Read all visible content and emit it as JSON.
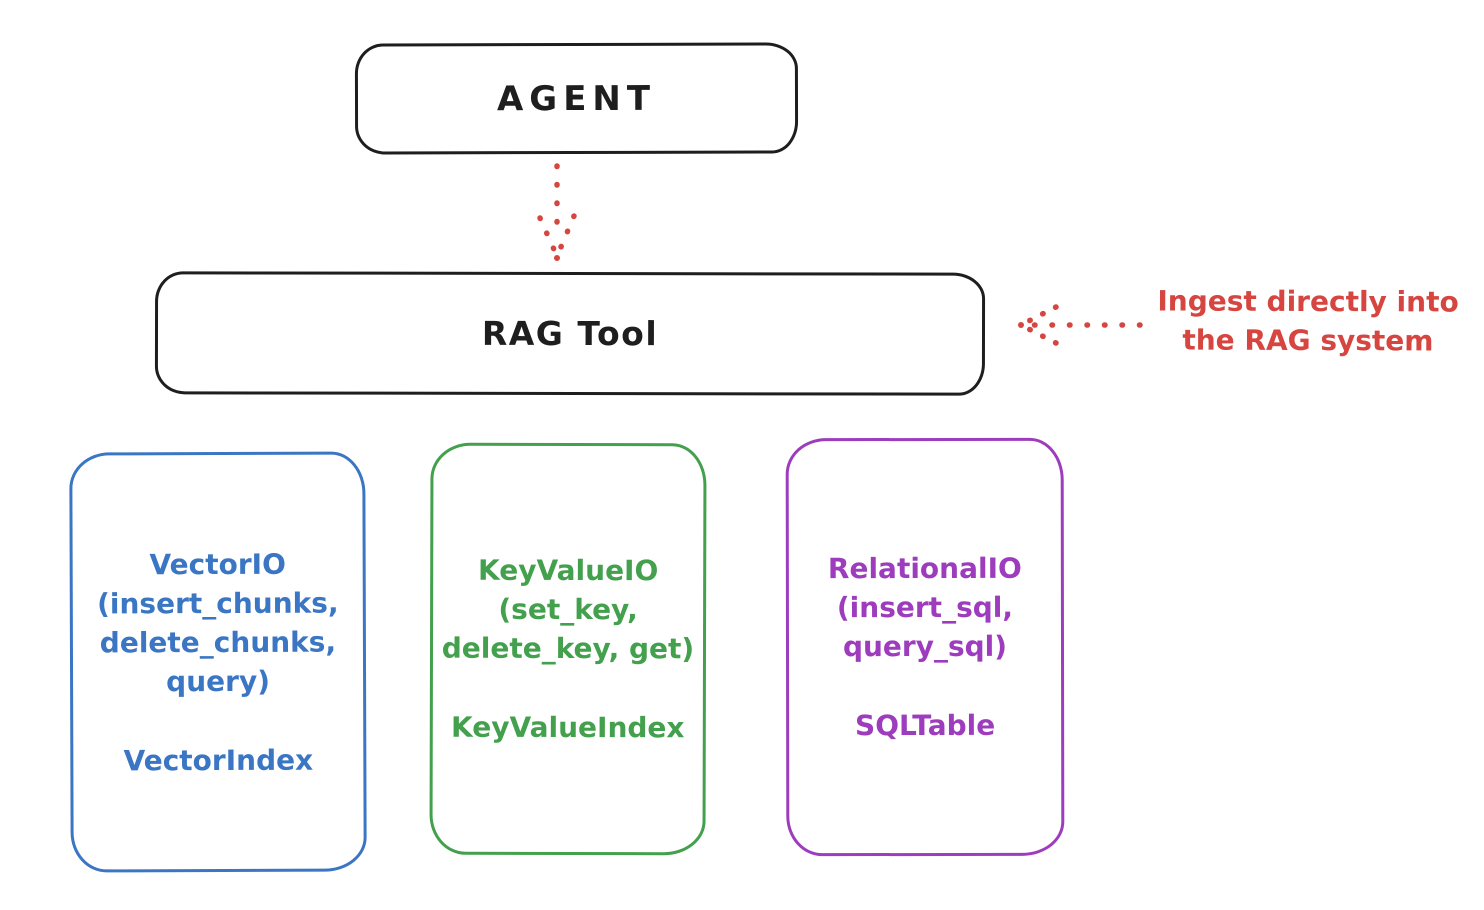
{
  "diagram": {
    "agent": {
      "label": "AGENT"
    },
    "rag_tool": {
      "label": "RAG Tool"
    },
    "annotation": {
      "line1": "Ingest directly into",
      "line2": "the RAG system"
    },
    "arrows": {
      "agent_to_rag": "dotted-down-arrow",
      "ingest_into_rag": "dotted-left-arrow"
    },
    "io_boxes": [
      {
        "id": "vector-io",
        "color": "#3b76c4",
        "lines": [
          "VectorIO",
          "(insert_chunks,",
          "delete_chunks,",
          "query)"
        ],
        "index_label": "VectorIndex"
      },
      {
        "id": "keyvalue-io",
        "color": "#43a04c",
        "lines": [
          "KeyValueIO",
          "(set_key,",
          "delete_key, get)"
        ],
        "index_label": "KeyValueIndex"
      },
      {
        "id": "relational-io",
        "color": "#9d3dbd",
        "lines": [
          "RelationalIO",
          "(insert_sql,",
          "query_sql)"
        ],
        "index_label": "SQLTable"
      }
    ],
    "colors": {
      "ink": "#1e1e1e",
      "red": "#d6453f",
      "blue": "#3b76c4",
      "green": "#43a04c",
      "purple": "#9d3dbd",
      "background": "#ffffff"
    }
  }
}
